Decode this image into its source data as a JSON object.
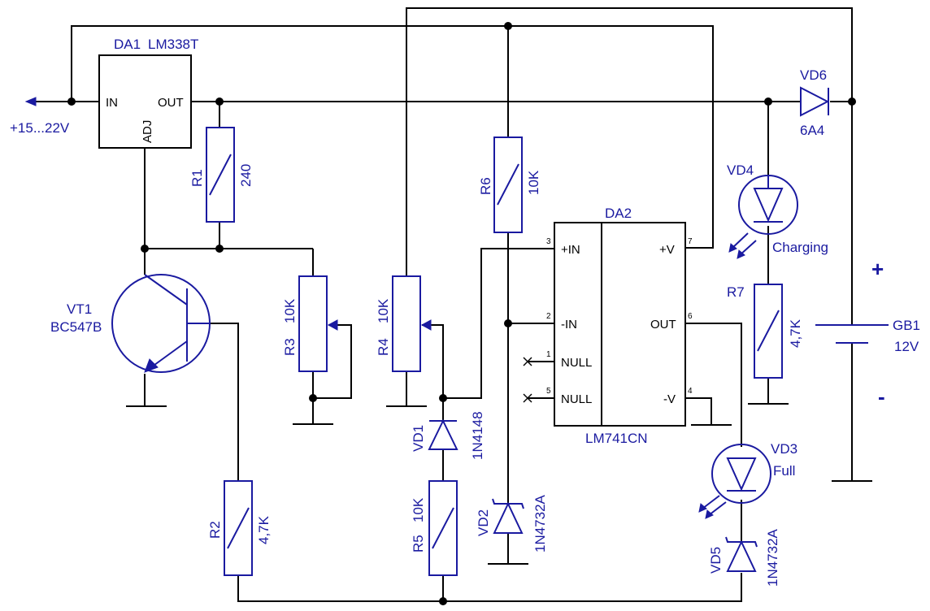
{
  "regulator": {
    "ref": "DA1",
    "part": "LM338T",
    "pin_in": "IN",
    "pin_out": "OUT",
    "pin_adj": "ADJ"
  },
  "input": {
    "label": "+15...22V"
  },
  "opamp": {
    "ref": "DA2",
    "part": "LM741CN",
    "pins": {
      "p3": "3",
      "in_plus": "+IN",
      "p2": "2",
      "in_minus": "-IN",
      "p1": "1",
      "null1": "NULL",
      "p5": "5",
      "null2": "NULL",
      "p7": "7",
      "vplus": "+V",
      "p6": "6",
      "out": "OUT",
      "p4": "4",
      "vminus": "-V"
    }
  },
  "transistor": {
    "ref": "VT1",
    "part": "BC547B"
  },
  "resistors": {
    "r1": {
      "ref": "R1",
      "value": "240"
    },
    "r2": {
      "ref": "R2",
      "value": "4,7K"
    },
    "r3": {
      "ref": "R3",
      "value": "10K"
    },
    "r4": {
      "ref": "R4",
      "value": "10K"
    },
    "r5": {
      "ref": "R5",
      "value": "10K"
    },
    "r6": {
      "ref": "R6",
      "value": "10K"
    },
    "r7": {
      "ref": "R7",
      "value": "4,7K"
    }
  },
  "diodes": {
    "vd1": {
      "ref": "VD1",
      "part": "1N4148"
    },
    "vd2": {
      "ref": "VD2",
      "part": "1N4732A"
    },
    "vd3": {
      "ref": "VD3",
      "part": "Full"
    },
    "vd4": {
      "ref": "VD4",
      "part": "Charging"
    },
    "vd5": {
      "ref": "VD5",
      "part": "1N4732A"
    },
    "vd6": {
      "ref": "VD6",
      "part": "6A4"
    }
  },
  "battery": {
    "ref": "GB1",
    "voltage": "12V",
    "plus": "+",
    "minus": "-"
  },
  "colors": {
    "wire": "#000000",
    "label": "#1a1aa0"
  }
}
